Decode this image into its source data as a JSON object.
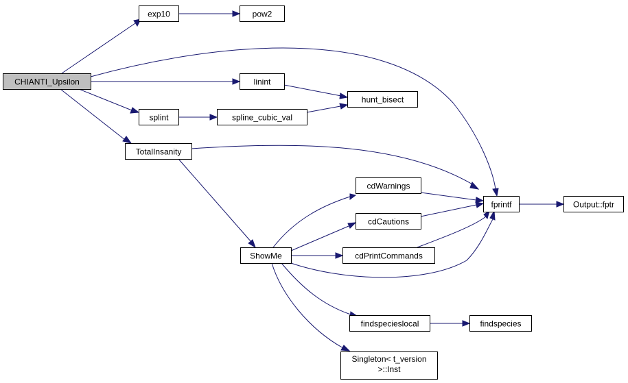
{
  "graph": {
    "nodes": [
      {
        "id": "chianti_upsilon",
        "label": "CHIANTI_Upsilon",
        "highlight": true
      },
      {
        "id": "exp10",
        "label": "exp10"
      },
      {
        "id": "pow2",
        "label": "pow2"
      },
      {
        "id": "linint",
        "label": "linint"
      },
      {
        "id": "hunt_bisect",
        "label": "hunt_bisect"
      },
      {
        "id": "splint",
        "label": "splint"
      },
      {
        "id": "spline_cubic_val",
        "label": "spline_cubic_val"
      },
      {
        "id": "totalinsanity",
        "label": "TotalInsanity"
      },
      {
        "id": "cdwarnings",
        "label": "cdWarnings"
      },
      {
        "id": "fprintf",
        "label": "fprintf"
      },
      {
        "id": "output_fptr",
        "label": "Output::fptr"
      },
      {
        "id": "cdcautions",
        "label": "cdCautions"
      },
      {
        "id": "showme",
        "label": "ShowMe"
      },
      {
        "id": "cdprintcommands",
        "label": "cdPrintCommands"
      },
      {
        "id": "findspecieslocal",
        "label": "findspecieslocal"
      },
      {
        "id": "findspecies",
        "label": "findspecies"
      },
      {
        "id": "singleton_inst",
        "label_lines": [
          "Singleton< t_version",
          ">::Inst"
        ]
      }
    ],
    "edges": [
      {
        "from": "chianti_upsilon",
        "to": "exp10"
      },
      {
        "from": "exp10",
        "to": "pow2"
      },
      {
        "from": "chianti_upsilon",
        "to": "fprintf"
      },
      {
        "from": "chianti_upsilon",
        "to": "linint"
      },
      {
        "from": "linint",
        "to": "hunt_bisect"
      },
      {
        "from": "chianti_upsilon",
        "to": "splint"
      },
      {
        "from": "splint",
        "to": "spline_cubic_val"
      },
      {
        "from": "spline_cubic_val",
        "to": "hunt_bisect"
      },
      {
        "from": "chianti_upsilon",
        "to": "totalinsanity"
      },
      {
        "from": "totalinsanity",
        "to": "fprintf"
      },
      {
        "from": "totalinsanity",
        "to": "showme"
      },
      {
        "from": "showme",
        "to": "cdwarnings"
      },
      {
        "from": "showme",
        "to": "cdcautions"
      },
      {
        "from": "showme",
        "to": "cdprintcommands"
      },
      {
        "from": "showme",
        "to": "fprintf"
      },
      {
        "from": "showme",
        "to": "findspecieslocal"
      },
      {
        "from": "showme",
        "to": "singleton_inst"
      },
      {
        "from": "cdwarnings",
        "to": "fprintf"
      },
      {
        "from": "cdcautions",
        "to": "fprintf"
      },
      {
        "from": "cdprintcommands",
        "to": "fprintf"
      },
      {
        "from": "fprintf",
        "to": "output_fptr"
      },
      {
        "from": "findspecieslocal",
        "to": "findspecies"
      }
    ]
  },
  "colors": {
    "edge": "#191970",
    "root_fill": "#bfbfbf",
    "node_fill": "#ffffff",
    "node_stroke": "#000000"
  }
}
